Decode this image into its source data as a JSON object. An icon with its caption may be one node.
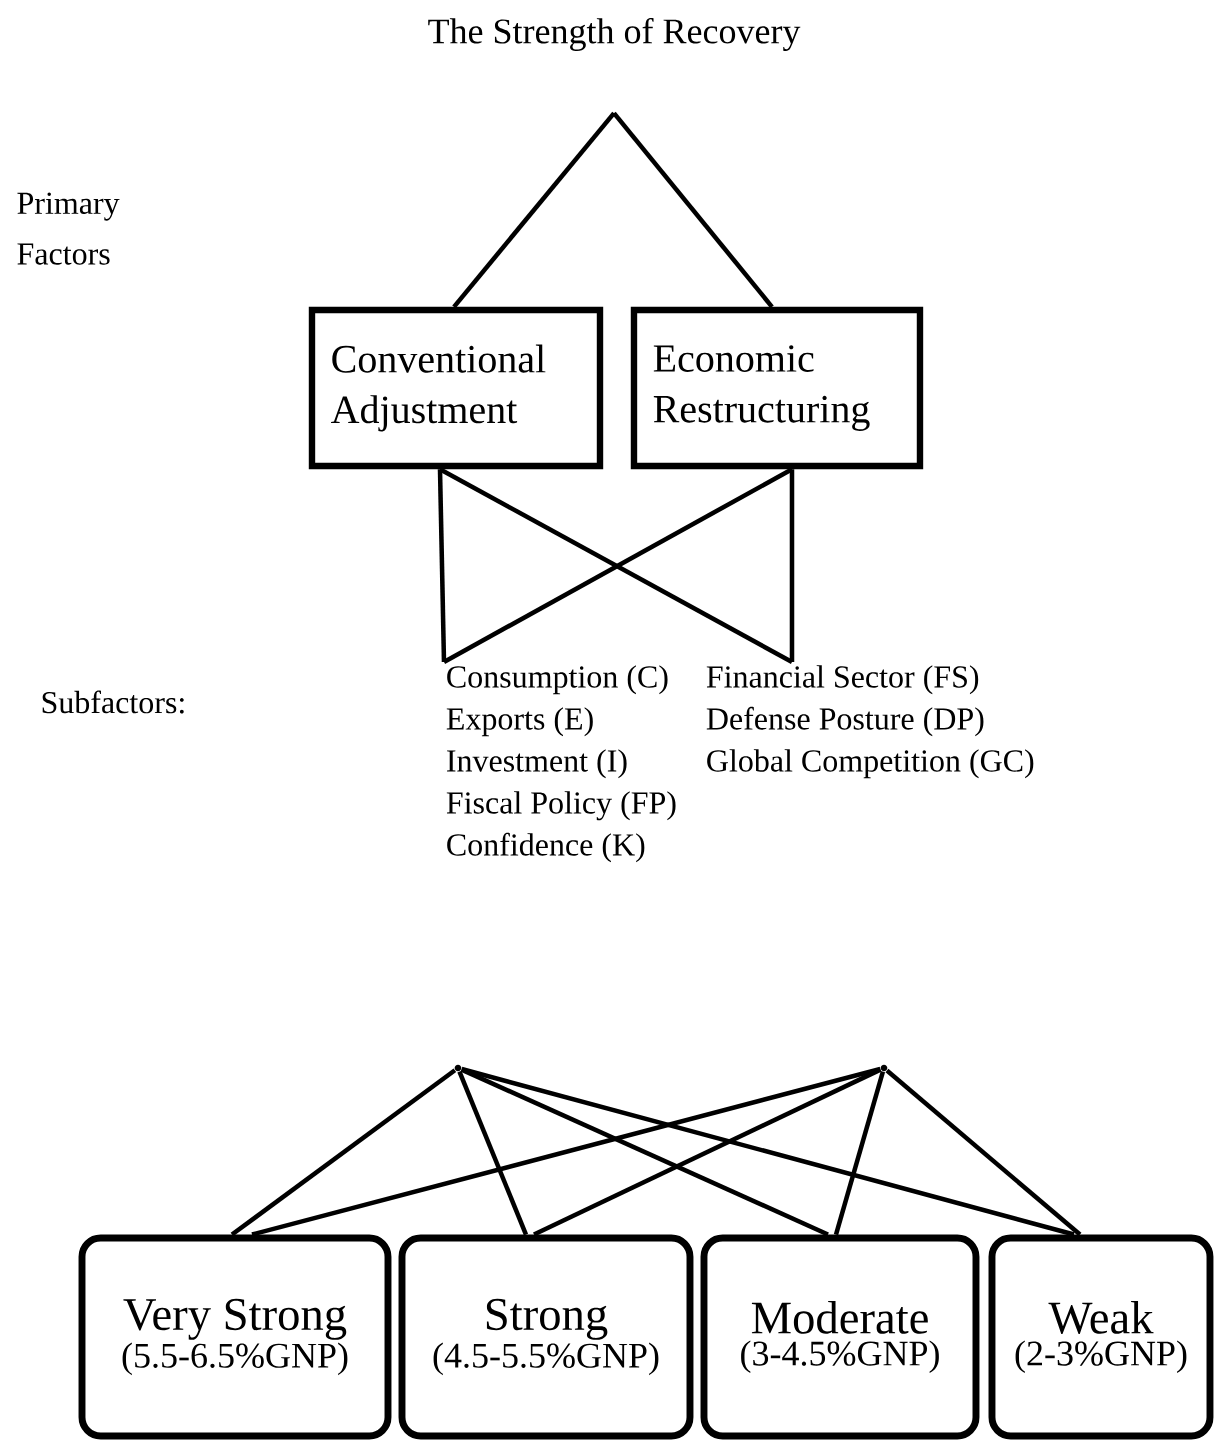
{
  "diagram": {
    "nodes": [
      {
        "text": [
          "The Strength of Recovery"
        ]
      },
      {
        "text": [
          "Conventional Adjustment"
        ]
      },
      {
        "text": [
          "Economic Restructuring"
        ]
      },
      {
        "text": [
          "Consumption (C)",
          "Exports (E)",
          "Investment (I)",
          "Fiscal Policy (FP)",
          "Confidence (K)"
        ]
      },
      {
        "text": [
          "Financial Sector (FS)",
          "Defense Posture  (DP)",
          "Global Competition (GC)"
        ]
      },
      {
        "text": [],
        "shape": "point"
      },
      {
        "text": [],
        "shape": "point"
      },
      {
        "text": [
          "Very Strong",
          "(5.5-6.5%GNP)"
        ]
      },
      {
        "text": [
          "Strong",
          "(4.5-5.5%GNP)"
        ]
      },
      {
        "text": [
          "Moderate",
          "(3-4.5%GNP)"
        ]
      },
      {
        "text": [
          "Weak",
          "(2-3%GNP)"
        ]
      }
    ],
    "edges": [
      {
        "from": 0,
        "to": 1,
        "arrow": "none"
      },
      {
        "from": 0,
        "to": 2,
        "arrow": "none"
      },
      {
        "from": 1,
        "to": 3,
        "arrow": "none"
      },
      {
        "from": 1,
        "to": 4,
        "arrow": "none"
      },
      {
        "from": 2,
        "to": 3,
        "arrow": "none"
      },
      {
        "from": 2,
        "to": 4,
        "arrow": "none"
      },
      {
        "from": 5,
        "to": 7,
        "arrow": "none"
      },
      {
        "from": 5,
        "to": 8,
        "arrow": "none"
      },
      {
        "from": 5,
        "to": 9,
        "arrow": "none"
      },
      {
        "from": 5,
        "to": 10,
        "arrow": "none"
      },
      {
        "from": 6,
        "to": 7,
        "arrow": "none"
      },
      {
        "from": 6,
        "to": 8,
        "arrow": "none"
      },
      {
        "from": 6,
        "to": 9,
        "arrow": "none"
      },
      {
        "from": 6,
        "to": 10,
        "arrow": "none"
      }
    ],
    "labels": [
      "Primary Factors",
      "Subfactors:"
    ]
  }
}
